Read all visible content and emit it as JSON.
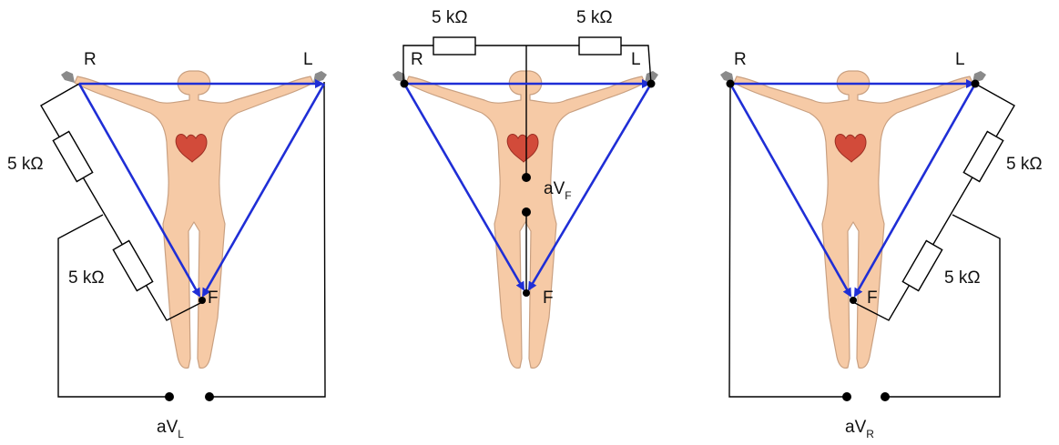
{
  "colors": {
    "skin": "#f6caa6",
    "skin_outline": "#c9a081",
    "heart": "#d24b3a",
    "wire": "#000000",
    "vector": "#1f2ed6"
  },
  "diagrams": [
    {
      "name": "aVL",
      "labels": {
        "r": "R",
        "l": "L",
        "f": "F",
        "res1": "5 kΩ",
        "res2": "5 kΩ",
        "lead_main": "aV",
        "lead_sub": "L"
      }
    },
    {
      "name": "aVF",
      "labels": {
        "r": "R",
        "l": "L",
        "f": "F",
        "res1": "5 kΩ",
        "res2": "5 kΩ",
        "lead_main": "aV",
        "lead_sub": "F"
      }
    },
    {
      "name": "aVR",
      "labels": {
        "r": "R",
        "l": "L",
        "f": "F",
        "res1": "5 kΩ",
        "res2": "5 kΩ",
        "lead_main": "aV",
        "lead_sub": "R"
      }
    }
  ]
}
